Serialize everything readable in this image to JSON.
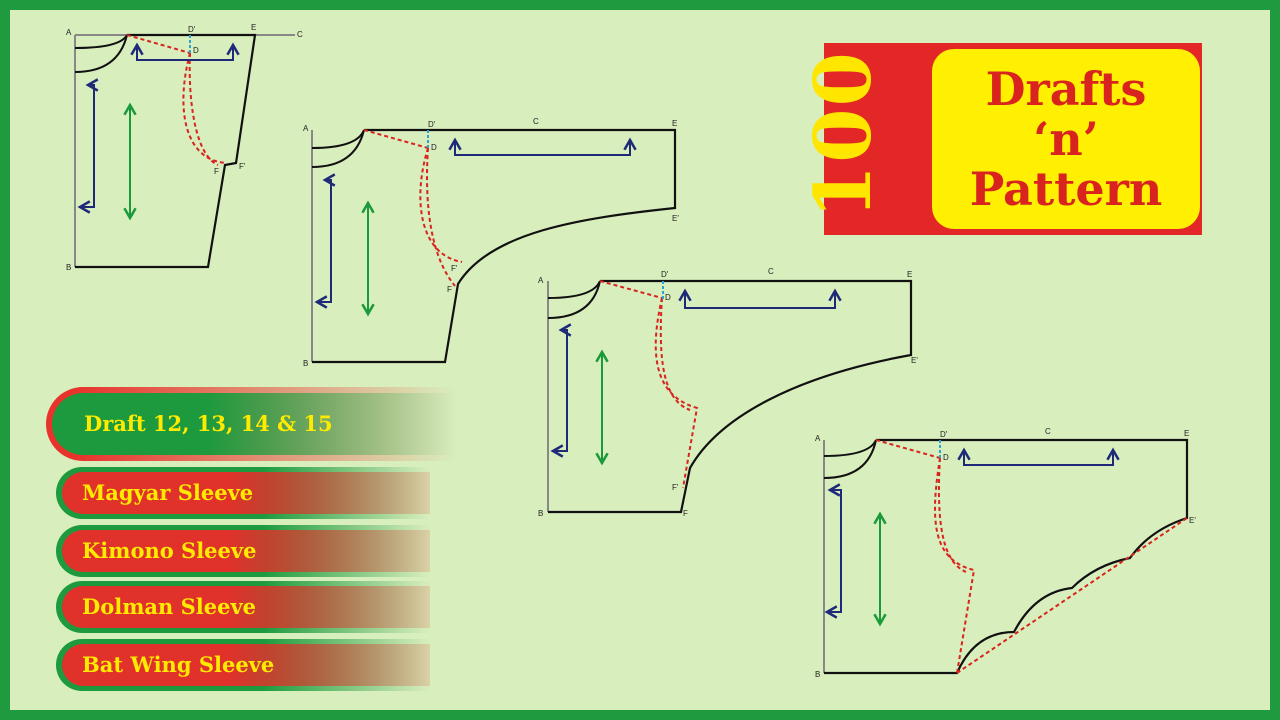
{
  "logo": {
    "number": "100",
    "line1": "Drafts",
    "line2": "‘n’",
    "line3": "Pattern"
  },
  "menu": {
    "main": "Draft 12, 13, 14 & 15",
    "items": [
      {
        "label": "Magyar Sleeve"
      },
      {
        "label": "Kimono Sleeve"
      },
      {
        "label": "Dolman Sleeve"
      },
      {
        "label": "Bat Wing Sleeve"
      }
    ]
  },
  "colors": {
    "border": "#1f9a3e",
    "background": "#d9eebd",
    "logo_red": "#e32726",
    "logo_yellow": "#ffef00",
    "dart_red": "#d8231f",
    "arrow_navy": "#1e2a78",
    "grain_green": "#1a9a3a",
    "center_blue": "#2aa4d8"
  },
  "drafts": [
    {
      "points": {
        "A": "A",
        "B": "B",
        "C": "C",
        "D": "D",
        "D1": "D'",
        "E": "E",
        "F": "F",
        "F1": "F'"
      }
    },
    {
      "points": {
        "A": "A",
        "B": "B",
        "C": "C",
        "D": "D",
        "D1": "D'",
        "E": "E",
        "E1": "E'",
        "F": "F",
        "F1": "F'"
      }
    },
    {
      "points": {
        "A": "A",
        "B": "B",
        "C": "C",
        "D": "D",
        "D1": "D'",
        "E": "E",
        "E1": "E'",
        "F": "F",
        "F1": "F'"
      }
    },
    {
      "points": {
        "A": "A",
        "B": "B",
        "C": "C",
        "D": "D",
        "D1": "D'",
        "E": "E",
        "E1": "E'"
      }
    }
  ]
}
